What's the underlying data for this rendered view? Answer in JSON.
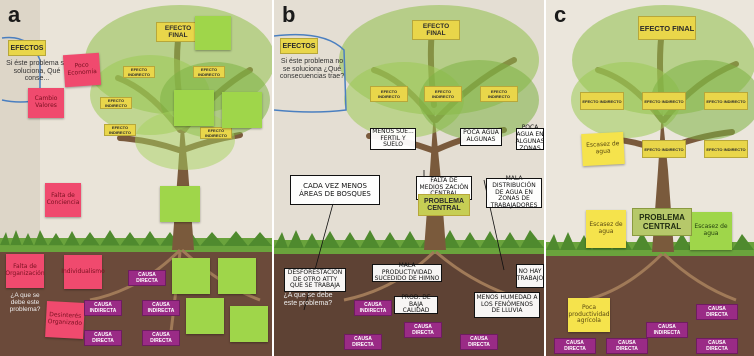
{
  "panels": [
    {
      "letter": "a"
    },
    {
      "letter": "b"
    },
    {
      "letter": "c"
    }
  ],
  "board": {
    "effects_title": "EFECTOS",
    "effects_question_a": "Si éste problema se soluciona, Qué conse...",
    "effects_question_b": "Si éste problema no se soluciona ¿Qué consecuencias trae?",
    "final_effect": "EFECTO FINAL",
    "indirect_effect": "EFECTO INDIRECTO",
    "central_problem": "PROBLEMA CENTRAL",
    "direct_cause": "CAUSA DIRECTA",
    "indirect_cause": "CAUSA INDIRECTA",
    "cause_question": "¿A que se debe este problema?"
  },
  "notes_a": {
    "n1": "Poco Economía",
    "n2": "Cambio Valores",
    "n3": "Falta de Conciencia",
    "n4": "Falta de Organización",
    "n5": "Individualismo",
    "n6": "Desinterés Organizado"
  },
  "notes_b": {
    "w1": "CADA VEZ MENOS ÁREAS DE BOSQUES",
    "w2": "FALTA DE MEDIOS ZACIÓN CENTRAL",
    "w3": "MALA DISTRIBUCIÓN DE AGUA EN ZONAS DE TRABAJADORES",
    "w4": "MENOS SUE... FERTIL Y SUELO",
    "w5": "POCA AGUA EN ALGUNAS ZONAS",
    "w6": "POCA AGUA ALGUNAS",
    "w7": "MALA PRODUCTIVIDAD SUCEDIDO DE HIMNO",
    "w8": "PROD. DE BAJA CALIDAD",
    "w9": "DESFORESTACIÓN DE OTRO ATTY QUE SE TRABAJA",
    "w10": "MENOS HUMEDAD A LOS FENÓMENOS DE LLUVIA",
    "w11": "NO HAY TRABAJO"
  },
  "notes_c": {
    "c1": "Escasez de agua",
    "c2": "Escasez de agua",
    "c3": "Escasez de agua",
    "c4": "Poca productividad agrícola"
  }
}
